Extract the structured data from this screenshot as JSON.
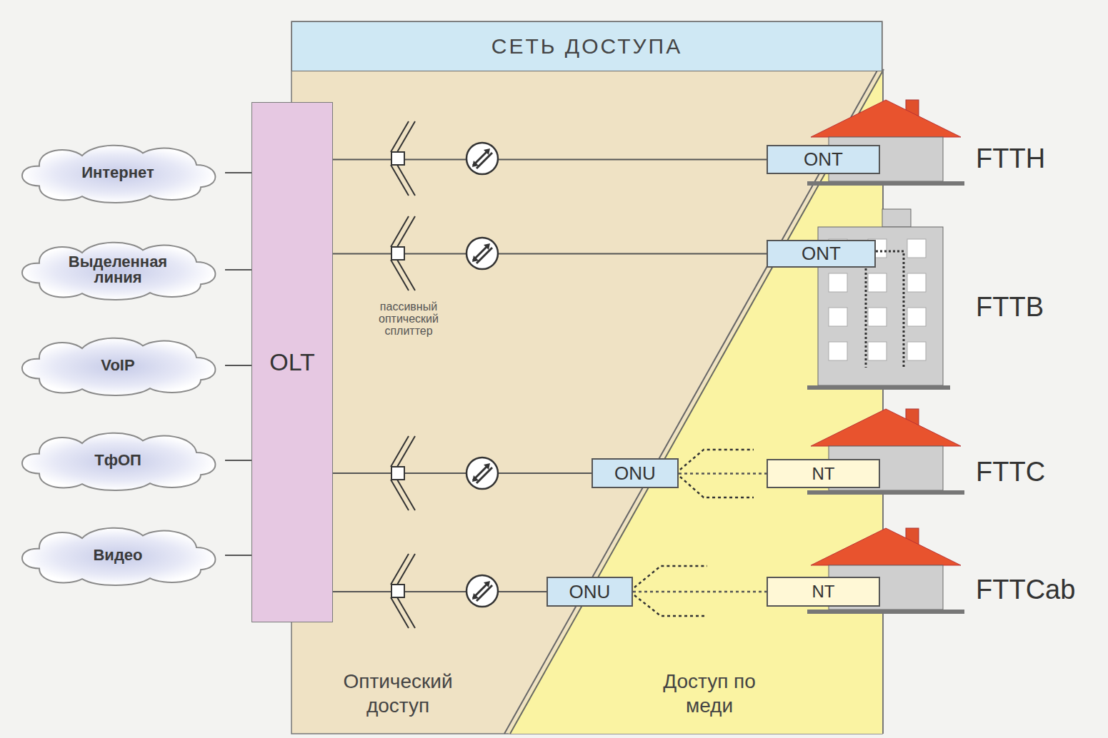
{
  "diagram": {
    "nodes": [
      {
        "text": [
          "СЕТЬ ДОСТУПА"
        ]
      },
      {
        "text": [
          "Интернет"
        ]
      },
      {
        "text": [
          "Выделенная линия"
        ]
      },
      {
        "text": [
          "VoIP"
        ]
      },
      {
        "text": [
          "ТфОП"
        ]
      },
      {
        "text": [
          "Видео"
        ]
      },
      {
        "text": [
          "OLT"
        ]
      },
      {
        "text": [
          "ONT"
        ]
      },
      {
        "text": [
          "ONT"
        ]
      },
      {
        "text": [
          "ONU"
        ]
      },
      {
        "text": [
          "NT"
        ]
      },
      {
        "text": [
          "ONU"
        ]
      },
      {
        "text": [
          "NT"
        ]
      }
    ],
    "edges": [
      {
        "from": 1,
        "to": 6,
        "arrow": "none"
      },
      {
        "from": 2,
        "to": 6,
        "arrow": "none"
      },
      {
        "from": 3,
        "to": 6,
        "arrow": "none"
      },
      {
        "from": 4,
        "to": 6,
        "arrow": "none"
      },
      {
        "from": 5,
        "to": 6,
        "arrow": "none"
      },
      {
        "from": 6,
        "to": 7,
        "arrow": "none"
      },
      {
        "from": 6,
        "to": 8,
        "arrow": "none"
      },
      {
        "from": 6,
        "to": 9,
        "arrow": "none"
      },
      {
        "from": 6,
        "to": 11,
        "arrow": "none"
      },
      {
        "from": 9,
        "to": 10,
        "arrow": "none"
      },
      {
        "from": 11,
        "to": 12,
        "arrow": "none"
      }
    ],
    "labels": [
      "пассивный оптический сплиттер",
      "Оптический доступ",
      "Доступ по меди",
      "FTTH",
      "FTTB",
      "FTTC",
      "FTTCab"
    ]
  }
}
